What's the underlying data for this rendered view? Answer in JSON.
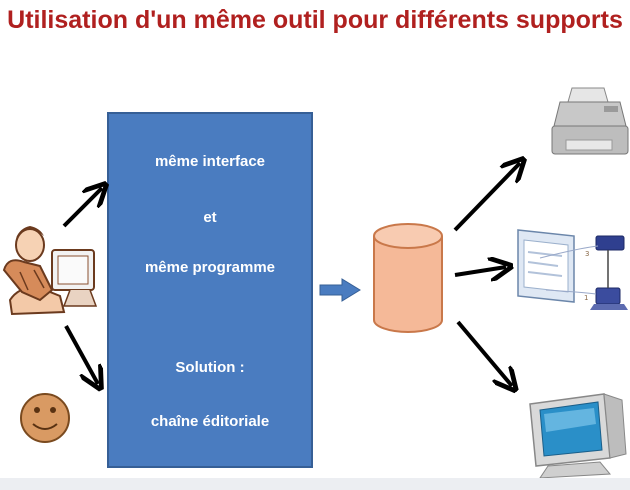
{
  "title": "Utilisation d'un même outil pour différents supports",
  "panel": {
    "line1": "même interface",
    "line2": "et",
    "line3": "même programme",
    "line4": "Solution :",
    "line5": "chaîne éditoriale"
  },
  "colors": {
    "title": "#b0201f",
    "panel_fill": "#4a7cc0",
    "database_fill": "#f5b998",
    "smiley_fill": "#d99a63",
    "arrow": "#000000",
    "flow_arrow": "#4a7cc0"
  },
  "icons": [
    "user-at-computer-icon",
    "smiley-icon",
    "database-cylinder-icon",
    "printer-icon",
    "web-presentation-icon",
    "monitor-icon"
  ]
}
